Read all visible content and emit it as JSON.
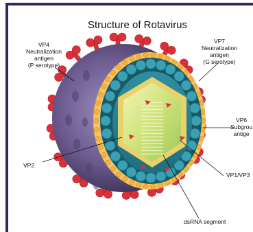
{
  "title": "Structure of Rotavirus",
  "labels": {
    "vp4": [
      "VP4",
      "Neutralization",
      "antigen",
      "(P serotype)"
    ],
    "vp7": [
      "VP7",
      "Neutralization",
      "antigen",
      "(G serotype)"
    ],
    "vp6": [
      "VP6",
      "Subgrou",
      "antige"
    ],
    "vp2": "VP2",
    "vp1vp3": "VP1/VP3",
    "dsrna": "dsRNA segment"
  },
  "colors": {
    "border": "#2f2a60",
    "spike": "#d9303a",
    "outer_shell": "#6b5a8e",
    "vp7_beads": "#f3b23c",
    "vp6_beads": "#3aa0b4",
    "core_fill": "#d9e98a",
    "core_border": "#e9d26a"
  }
}
